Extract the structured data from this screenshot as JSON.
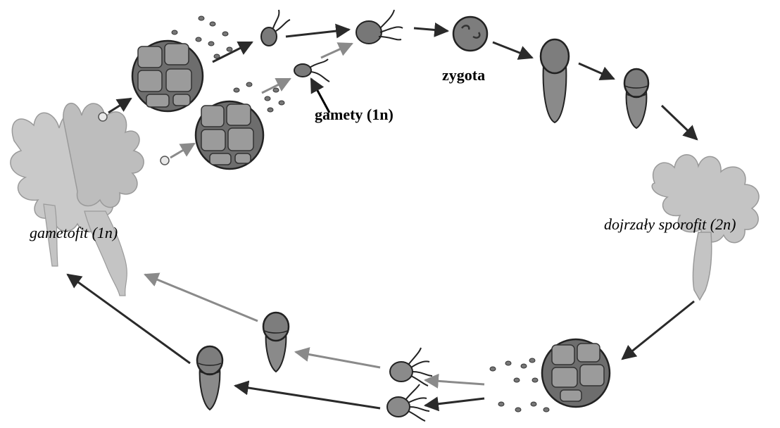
{
  "labels": {
    "zygote": "zygota",
    "gametes": "gamety (1n)",
    "gametophyte": "gametofit (1n)",
    "mature_sporophyte": "dojrzały sporofit (2n)"
  },
  "colors": {
    "thallus": "#c4c4c4",
    "cell": "#7f7f7f",
    "cell_dark": "#5d5d5d",
    "arrow_dark": "#2a2a2a",
    "arrow_gray": "#8a8a8a"
  },
  "icons": {
    "gametophyte": "seaweed-thallus-icon",
    "sporophyte": "seaweed-thallus-icon",
    "gametangium": "sporangium-sphere-icon",
    "gamete": "flagellated-cell-icon",
    "zygote": "zygote-sphere-icon",
    "young_sporophyte": "embryo-stalk-icon"
  }
}
